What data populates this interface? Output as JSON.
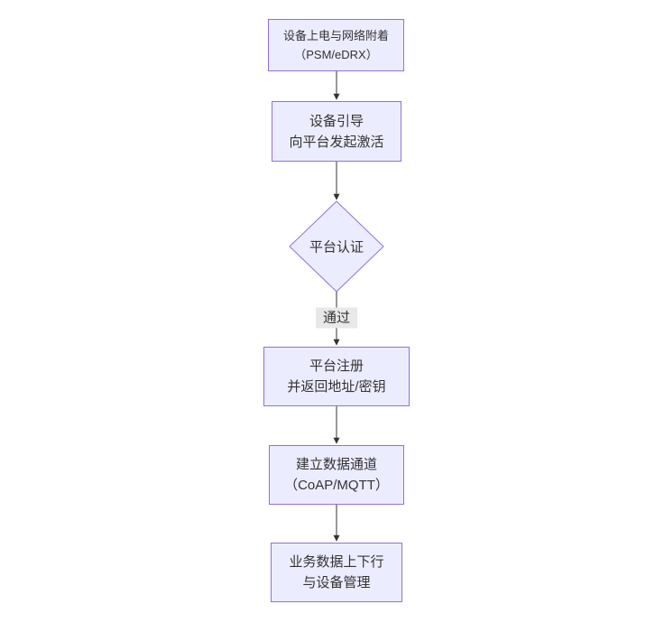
{
  "diagram": {
    "type": "flowchart",
    "direction": "top-down",
    "colors": {
      "node_fill": "#ECECFF",
      "node_border": "#9370DB",
      "text": "#333333",
      "edge_line": "#333333",
      "edge_label_bg": "#e8e8e8",
      "background": "#ffffff"
    },
    "nodes": [
      {
        "id": "power-attach",
        "shape": "rect",
        "lines": [
          "设备上电与网络附着",
          "（PSM/eDRX）"
        ]
      },
      {
        "id": "bootstrap",
        "shape": "rect",
        "lines": [
          "设备引导",
          "向平台发起激活"
        ]
      },
      {
        "id": "platform-auth",
        "shape": "diamond",
        "lines": [
          "平台认证"
        ]
      },
      {
        "id": "register",
        "shape": "rect",
        "lines": [
          "平台注册",
          "并返回地址/密钥"
        ]
      },
      {
        "id": "data-channel",
        "shape": "rect",
        "lines": [
          "建立数据通道",
          "（CoAP/MQTT）"
        ]
      },
      {
        "id": "business-data",
        "shape": "rect",
        "lines": [
          "业务数据上下行",
          "与设备管理"
        ]
      }
    ],
    "edges": [
      {
        "from": "power-attach",
        "to": "bootstrap",
        "label": ""
      },
      {
        "from": "bootstrap",
        "to": "platform-auth",
        "label": ""
      },
      {
        "from": "platform-auth",
        "to": "register",
        "label": "通过"
      },
      {
        "from": "register",
        "to": "data-channel",
        "label": ""
      },
      {
        "from": "data-channel",
        "to": "business-data",
        "label": ""
      }
    ]
  }
}
